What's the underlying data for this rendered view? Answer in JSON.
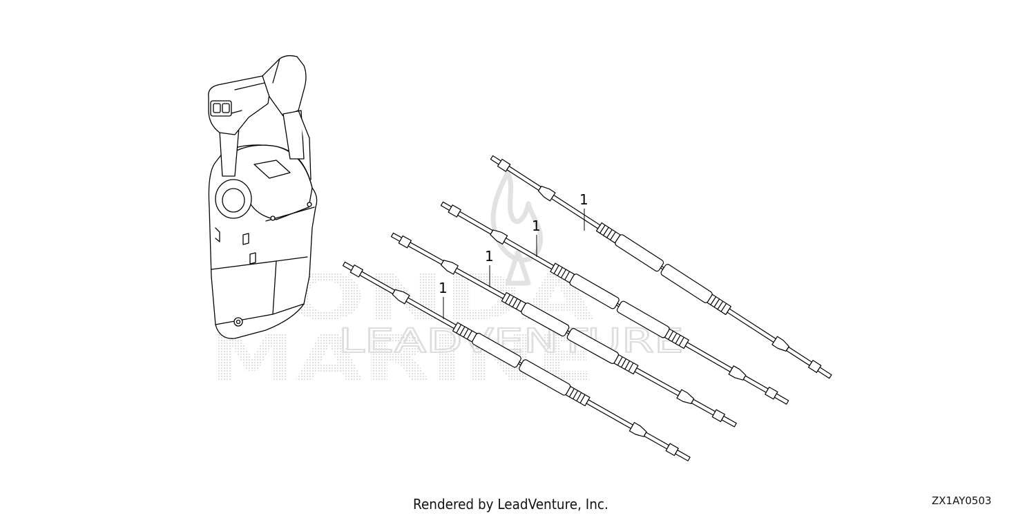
{
  "watermark": {
    "brand_line1": "HONDA",
    "brand_line2": "MARINE",
    "vendor": "LEADVENTURE",
    "color": "#cfcfcf"
  },
  "parts": {
    "callouts": [
      {
        "number": "1",
        "part": "cable-1"
      },
      {
        "number": "1",
        "part": "cable-2"
      },
      {
        "number": "1",
        "part": "cable-3"
      },
      {
        "number": "1",
        "part": "cable-4"
      }
    ]
  },
  "footer": {
    "credit": "Rendered by LeadVenture, Inc.",
    "diagram_code": "ZX1AY0503"
  },
  "colors": {
    "line": "#000000",
    "background": "#ffffff"
  }
}
